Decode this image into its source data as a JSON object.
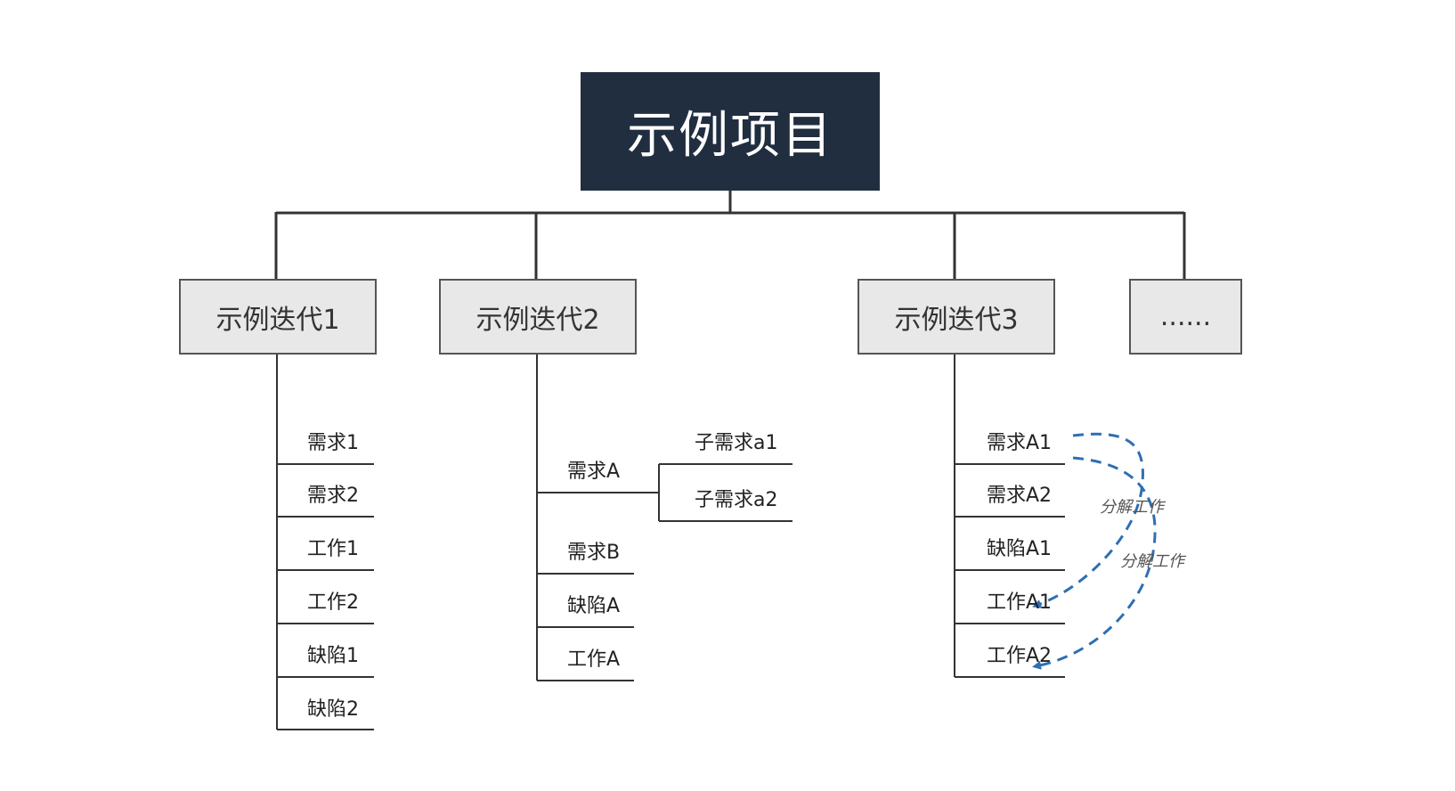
{
  "root": {
    "title": "示例项目"
  },
  "iterations": [
    {
      "label": "示例迭代1"
    },
    {
      "label": "示例迭代2"
    },
    {
      "label": "示例迭代3"
    },
    {
      "label": "......"
    }
  ],
  "iteration1": {
    "items": [
      "需求1",
      "需求2",
      "工作1",
      "工作2",
      "缺陷1",
      "缺陷2"
    ]
  },
  "iteration2": {
    "parent": "需求A",
    "children": [
      "子需求a1",
      "子需求a2"
    ],
    "items": [
      "需求B",
      "缺陷A",
      "工作A"
    ]
  },
  "iteration3": {
    "items": [
      "需求A1",
      "需求A2",
      "缺陷A1",
      "工作A1",
      "工作A2"
    ],
    "annotations": [
      "分解工作",
      "分解工作"
    ]
  },
  "colors": {
    "root_bg": "#212e40",
    "iteration_bg": "#e8e8e8",
    "line": "#333333",
    "arrow": "#2e6fb3"
  }
}
